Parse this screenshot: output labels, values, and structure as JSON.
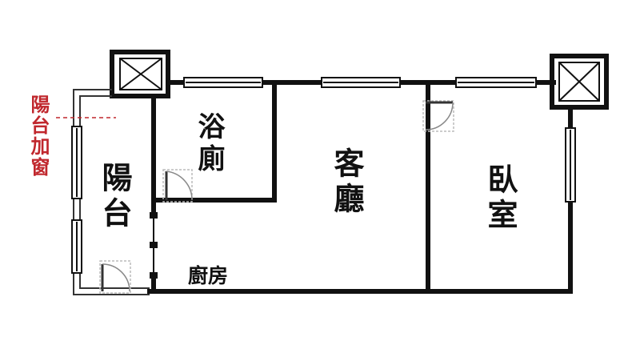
{
  "rooms": {
    "bathroom": "浴廁",
    "balcony": "陽台",
    "living_room": "客廳",
    "bedroom": "臥室",
    "kitchen": "廚房"
  },
  "annotation": {
    "balcony_window": "陽台加窗",
    "color": "#c0272d"
  },
  "colors": {
    "wall": "#111111",
    "window_fill": "#ffffff",
    "door_leaf": "#999999"
  }
}
